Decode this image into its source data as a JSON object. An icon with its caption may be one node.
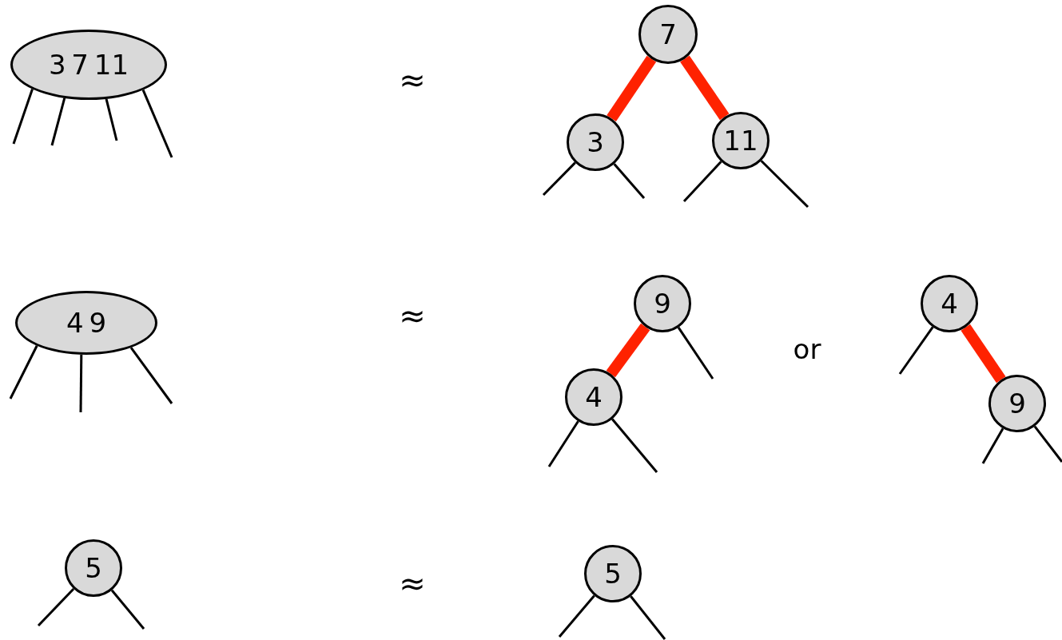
{
  "diagram": {
    "nodes": [
      {
        "text": [
          "3 7 11"
        ]
      },
      {
        "text": [
          "7"
        ]
      },
      {
        "text": [
          "3"
        ]
      },
      {
        "text": [
          "11"
        ]
      },
      {
        "text": [
          "4 9"
        ]
      },
      {
        "text": [
          "9"
        ]
      },
      {
        "text": [
          "4"
        ]
      },
      {
        "text": [
          "4"
        ]
      },
      {
        "text": [
          "9"
        ]
      },
      {
        "text": [
          "5"
        ]
      },
      {
        "text": [
          "5"
        ]
      }
    ],
    "edges": [
      {
        "from": 0,
        "to": null,
        "arrow": "none"
      },
      {
        "from": 0,
        "to": null,
        "arrow": "none"
      },
      {
        "from": 0,
        "to": null,
        "arrow": "none"
      },
      {
        "from": 0,
        "to": null,
        "arrow": "none"
      },
      {
        "from": 1,
        "to": 2,
        "arrow": "none",
        "style": "thick",
        "color": "#ff2200"
      },
      {
        "from": 1,
        "to": 3,
        "arrow": "none",
        "style": "thick",
        "color": "#ff2200"
      },
      {
        "from": 2,
        "to": null,
        "arrow": "none"
      },
      {
        "from": 2,
        "to": null,
        "arrow": "none"
      },
      {
        "from": 3,
        "to": null,
        "arrow": "none"
      },
      {
        "from": 3,
        "to": null,
        "arrow": "none"
      },
      {
        "from": 4,
        "to": null,
        "arrow": "none"
      },
      {
        "from": 4,
        "to": null,
        "arrow": "none"
      },
      {
        "from": 4,
        "to": null,
        "arrow": "none"
      },
      {
        "from": 5,
        "to": 6,
        "arrow": "none",
        "style": "thick",
        "color": "#ff2200"
      },
      {
        "from": 5,
        "to": null,
        "arrow": "none"
      },
      {
        "from": 6,
        "to": null,
        "arrow": "none"
      },
      {
        "from": 6,
        "to": null,
        "arrow": "none"
      },
      {
        "from": 7,
        "to": 8,
        "arrow": "none",
        "style": "thick",
        "color": "#ff2200"
      },
      {
        "from": 7,
        "to": null,
        "arrow": "none"
      },
      {
        "from": 8,
        "to": null,
        "arrow": "none"
      },
      {
        "from": 8,
        "to": null,
        "arrow": "none"
      },
      {
        "from": 9,
        "to": null,
        "arrow": "none"
      },
      {
        "from": 9,
        "to": null,
        "arrow": "none"
      },
      {
        "from": 10,
        "to": null,
        "arrow": "none"
      },
      {
        "from": 10,
        "to": null,
        "arrow": "none"
      }
    ],
    "labels": [
      "≈",
      "≈",
      "or",
      "≈"
    ]
  }
}
